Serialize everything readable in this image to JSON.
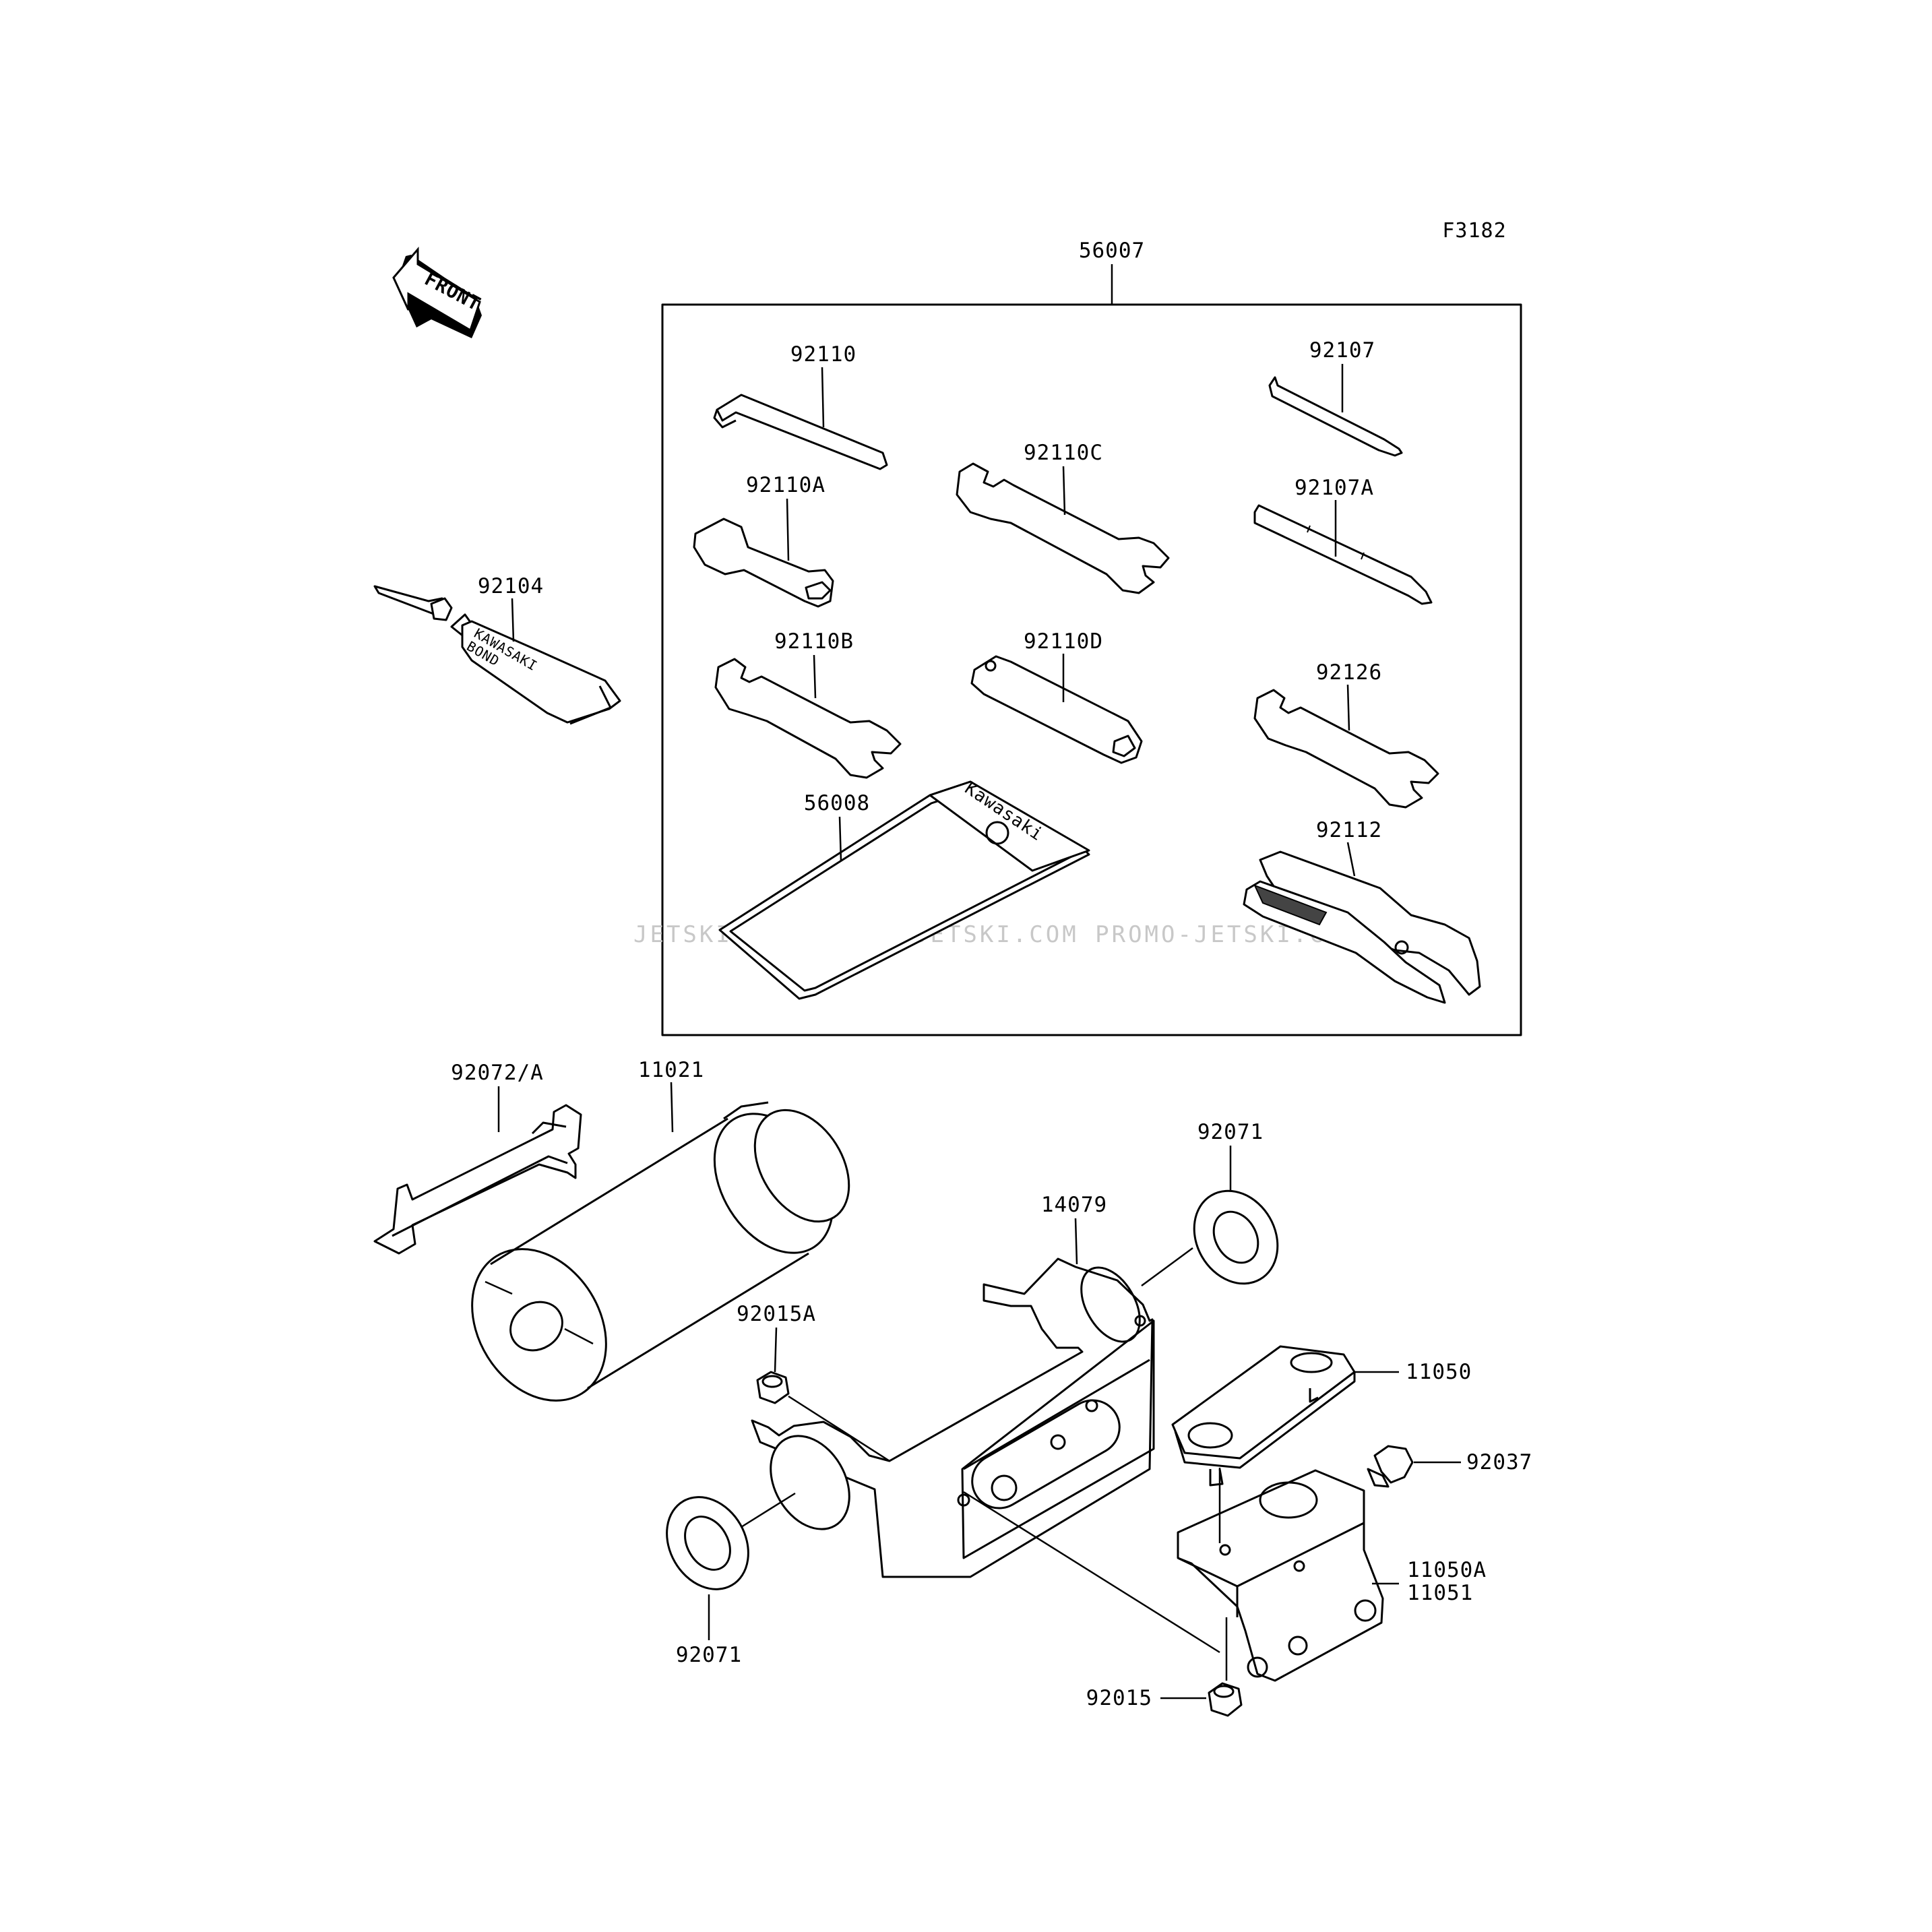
{
  "figure_code": "F3182",
  "front_label": "FRONT",
  "watermark": "JETSKI.COM   PROMO-JETSKI.COM   PROMO-JETSKI.COM",
  "tube_text": "KAWASAKI\nBOND",
  "bag_text": "Kawasaki",
  "kit": {
    "number": "56007"
  },
  "parts": [
    {
      "number": "92110"
    },
    {
      "number": "92107"
    },
    {
      "number": "92110C"
    },
    {
      "number": "92110A"
    },
    {
      "number": "92107A"
    },
    {
      "number": "92104"
    },
    {
      "number": "92110B"
    },
    {
      "number": "92110D"
    },
    {
      "number": "92126"
    },
    {
      "number": "56008"
    },
    {
      "number": "92112"
    },
    {
      "number": "92072/A"
    },
    {
      "number": "11021"
    },
    {
      "number": "92071"
    },
    {
      "number": "14079"
    },
    {
      "number": "92015A"
    },
    {
      "number": "11050"
    },
    {
      "number": "92037"
    },
    {
      "number": "11050A"
    },
    {
      "number": "11051"
    },
    {
      "number": "92071"
    },
    {
      "number": "92015"
    }
  ]
}
